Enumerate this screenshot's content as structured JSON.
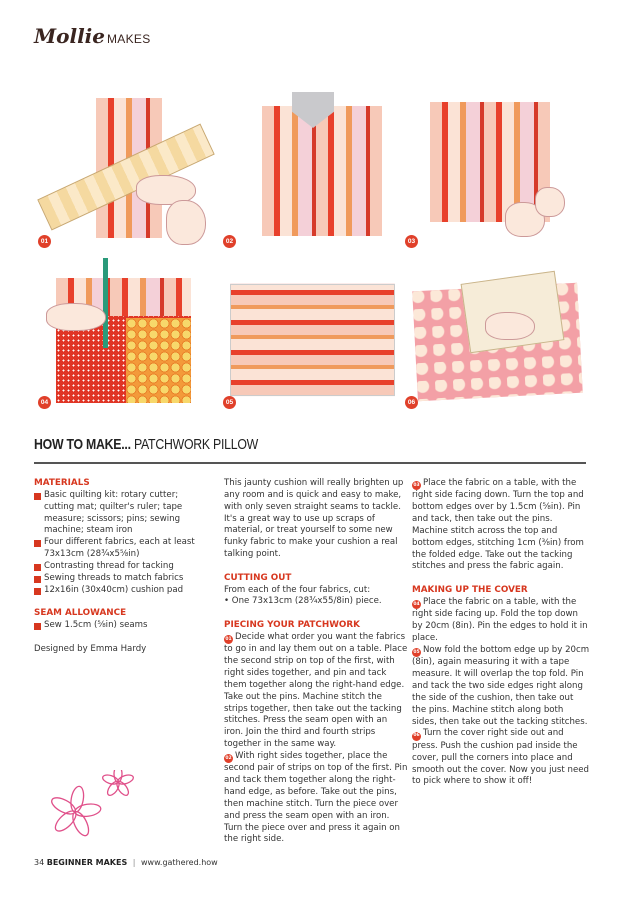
{
  "header": {
    "logo_script": "Mollie",
    "logo_text": "MAKES"
  },
  "steps": {
    "badges": [
      "01",
      "02",
      "03",
      "04",
      "05",
      "06"
    ]
  },
  "title": {
    "bold": "HOW TO MAKE...",
    "light": "PATCHWORK PILLOW"
  },
  "colors": {
    "accent": "#d7371f",
    "flowers": "#e0508a"
  },
  "materials": {
    "heading": "MATERIALS",
    "items": [
      "Basic quilting kit: rotary cutter; cutting mat; quilter's ruler; tape measure; scissors; pins; sewing machine; steam iron",
      "Four different fabrics, each at least 73x13cm (28¾x5⅝in)",
      "Contrasting thread for tacking",
      "Sewing threads to match fabrics",
      "12x16in (30x40cm) cushion pad"
    ]
  },
  "seam": {
    "heading": "SEAM ALLOWANCE",
    "items": [
      "Sew 1.5cm (⅝in) seams"
    ]
  },
  "designer": "Designed by Emma Hardy",
  "intro": "This jaunty cushion will really brighten up any room and is quick and easy to make, with only seven straight seams to tackle. It's a great way to use up scraps of material, or treat yourself to some new funky fabric to make your cushion a real talking point.",
  "cutting": {
    "heading": "CUTTING OUT",
    "text": "From each of the four fabrics, cut:",
    "bullet": "• One 73x13cm (28¾x55/8in) piece."
  },
  "piecing": {
    "heading": "PIECING YOUR PATCHWORK",
    "step1": "Decide what order you want the fabrics to go in and lay them out on a table. Place the second strip on top of the first, with right sides together, and pin and tack them together along the right-hand edge. Take out the pins. Machine stitch the strips together, then take out the tacking stitches. Press the seam open with an iron. Join the third and fourth strips together in the same way.",
    "step2": "With right sides together, place the second pair of strips on top of the first. Pin and tack them together along the right-hand edge, as before. Take out the pins, then machine stitch. Turn the piece over and press the seam open with an iron. Turn the piece over and press it again on the right side.",
    "step3": "Place the fabric on a table, with the right side facing down. Turn the top and bottom edges over by 1.5cm (⅝in). Pin and tack, then take out the pins. Machine stitch across the top and bottom edges, stitching 1cm (⅜in) from the folded edge. Take out the tacking stitches and press the fabric again."
  },
  "cover": {
    "heading": "MAKING UP THE COVER",
    "step4": "Place the fabric on a table, with the right side facing up. Fold the top down by 20cm (8in). Pin the edges to hold it in place.",
    "step5": "Now fold the bottom edge up by 20cm (8in), again measuring it with a tape measure. It will overlap the top fold. Pin and tack the two side edges right along the side of the cushion, then take out the pins. Machine stitch along both sides, then take out the tacking stitches.",
    "step6": "Turn the cover right side out and press. Push the cushion pad inside the cover, pull the corners into place and smooth out the cover. Now you just need to pick where to show it off!"
  },
  "footer": {
    "page": "34",
    "section": "BEGINNER MAKES",
    "separator": "|",
    "url": "www.gathered.how"
  }
}
